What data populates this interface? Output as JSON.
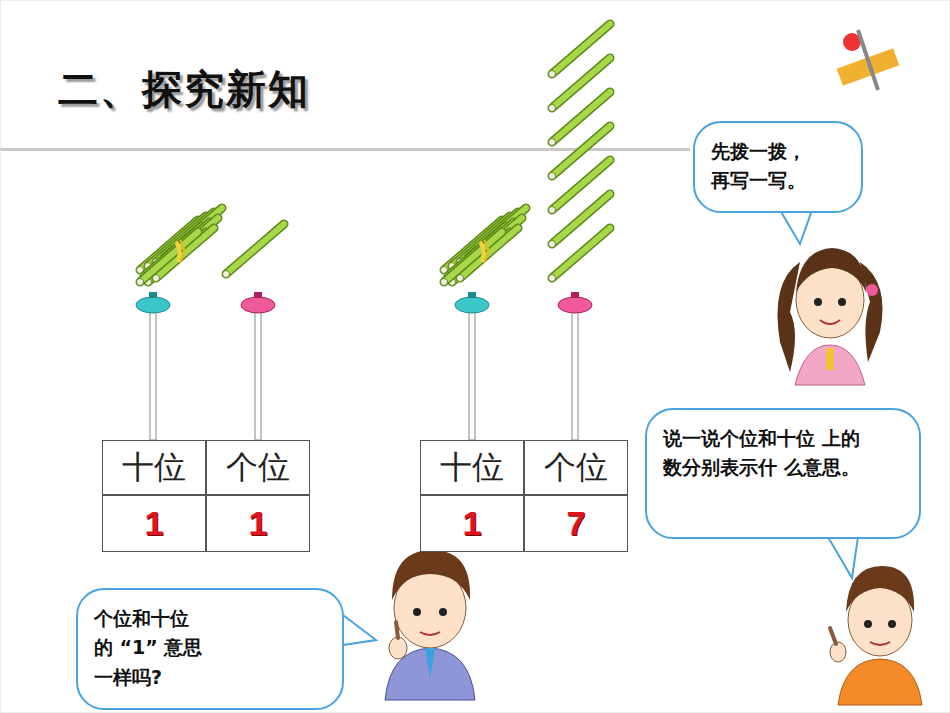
{
  "diagram": {
    "title": "二、探究新知",
    "nodes": [
      {
        "text": [
          "先拨一拨， 再写一写。"
        ]
      },
      {
        "text": [
          "十位"
        ]
      },
      {
        "text": [
          "个位"
        ]
      },
      {
        "text": [
          "1"
        ]
      },
      {
        "text": [
          "1"
        ]
      },
      {
        "text": [
          "十位"
        ]
      },
      {
        "text": [
          "个位"
        ]
      },
      {
        "text": [
          "1"
        ]
      },
      {
        "text": [
          "7"
        ]
      },
      {
        "text": [
          "说一说个位和十位 上的数分别表示什 么意思。"
        ]
      },
      {
        "text": [
          "个位和十位 的 “1” 意思一样吗?"
        ]
      }
    ]
  }
}
